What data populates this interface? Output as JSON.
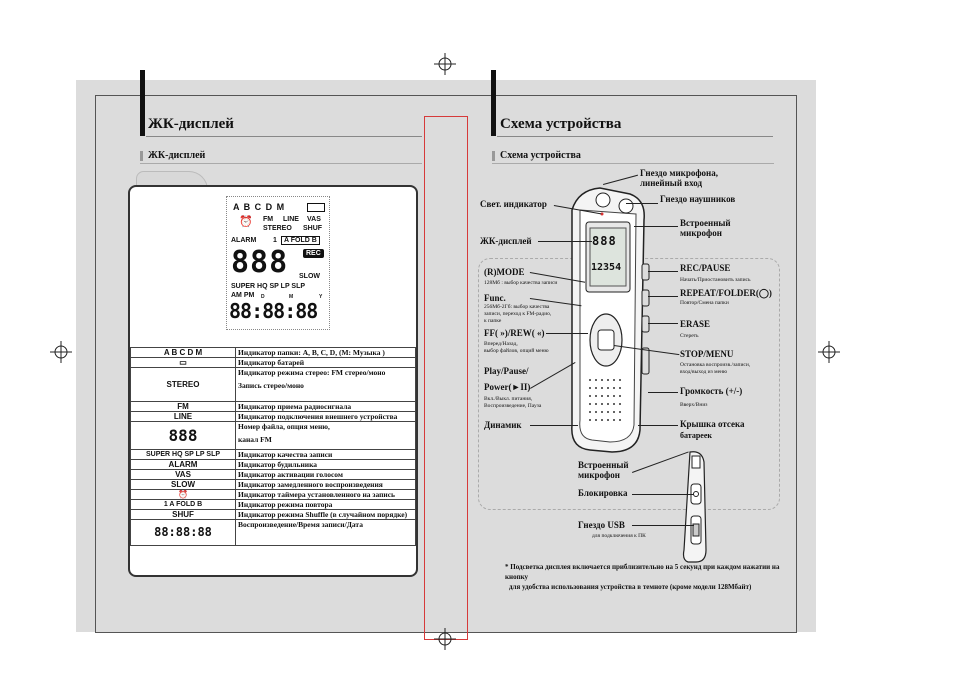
{
  "left": {
    "title": "ЖК-дисплей",
    "section": "ЖК-дисплей",
    "lcd": {
      "folders": "A B C D M",
      "fm": "FM",
      "line": "LINE",
      "vas": "VAS",
      "stereo": "STEREO",
      "shuf": "SHUF",
      "alarm": "ALARM",
      "one": "1",
      "fold": "A FOLD B",
      "rec": "REC",
      "slow": "SLOW",
      "quality": "SUPER HQ SP LP SLP",
      "ampm": "AM PM",
      "d": "D",
      "m": "M",
      "y": "Y",
      "digits_top": "888",
      "digits_bottom": "88:88:88"
    },
    "rows": [
      {
        "sym": "A B C D M",
        "desc": "Индикатор папки: A, B, C, D, (M: Музыка )"
      },
      {
        "sym": "▭",
        "desc": "Индикатор батарей"
      },
      {
        "sym": "STEREO",
        "desc": "Индикатор режима стерео: FM стерео/моно",
        "desc2": "Запись стерео/моно"
      },
      {
        "sym": "FM",
        "desc": "Индикатор приема радиосигнала"
      },
      {
        "sym": "LINE",
        "desc": "Индикатор подключения внешнего устройства"
      },
      {
        "sym": "888",
        "desc": "Номер файла, опция меню,",
        "desc2": "канал FM"
      },
      {
        "sym": "SUPER HQ SP LP SLP",
        "desc": "Индикатор качества записи"
      },
      {
        "sym": "ALARM",
        "desc": "Индикатор будильника"
      },
      {
        "sym": "VAS",
        "desc": "Индикатор активации голосом"
      },
      {
        "sym": "SLOW",
        "desc": "Индикатор замедленного воспроизведения"
      },
      {
        "sym": "⏰",
        "desc": "Индикатор таймера установленного на запись"
      },
      {
        "sym": "1 A FOLD B",
        "desc": "Индикатор режима повтора"
      },
      {
        "sym": "SHUF",
        "desc": "Индикатор режима Shuffle (в случайном порядке)"
      },
      {
        "sym": "88:88:88",
        "desc": "Воспроизведение/Время записи/Дата"
      }
    ]
  },
  "right": {
    "title": "Схема устройства",
    "section": "Схема устройства",
    "device": {
      "screen_digits": "12354",
      "screen_top": "888"
    },
    "labels": {
      "mic_jack": "Гнездо микрофона,",
      "mic_jack2": "линейный вход",
      "headphone": "Гнездо наушников",
      "indicator": "Свет. индикатор",
      "builtin_mic": "Встроенный",
      "builtin_mic2": "микрофон",
      "lcd": "ЖК-дисплей",
      "rmode": "(R)MODE",
      "rmode_sub": "128Мб : выбор качества записи",
      "func": "Func.",
      "func_sub1": "256Мб-2Гб: выбор качества",
      "func_sub2": "записи, переход к FM-радио,",
      "func_sub3": "к папке",
      "ffrew": "FF( »)/REW( «)",
      "ffrew_sub1": "Вперед/Назад,",
      "ffrew_sub2": "выбор файлов, опций меню",
      "play": "Play/Pause/",
      "power": "Power(►II)",
      "play_sub1": "Вкл./Выкл. питания,",
      "play_sub2": "Воспроизведение, Пауза",
      "speaker": "Динамик",
      "rec": "REC/PAUSE",
      "rec_sub": "Начать/Приостановить запись",
      "repeat": "REPEAT/FOLDER(◯)",
      "repeat_sub": "Повтор/Смена папки",
      "erase": "ERASE",
      "erase_sub": "Стереть",
      "stop": "STOP/MENU",
      "stop_sub1": "Остановка воспроизв./записи,",
      "stop_sub2": "вход/выход из меню",
      "volume": "Громкость (+/-)",
      "volume_sub": "Вверх/Вниз",
      "battery": "Крышка отсека",
      "battery2": "батареек",
      "mic2": "Встроенный",
      "mic2b": "микрофон",
      "lock": "Блокировка",
      "usb": "Гнездо USB",
      "usb_sub": "для подключения к ПК"
    },
    "footnote1": "* Подсветка дисплея включается приблизительно на 5 секунд при каждом нажатии на кнопку",
    "footnote2": "для удобства использования устройства в темноте (кроме модели 128Мбайт)"
  }
}
